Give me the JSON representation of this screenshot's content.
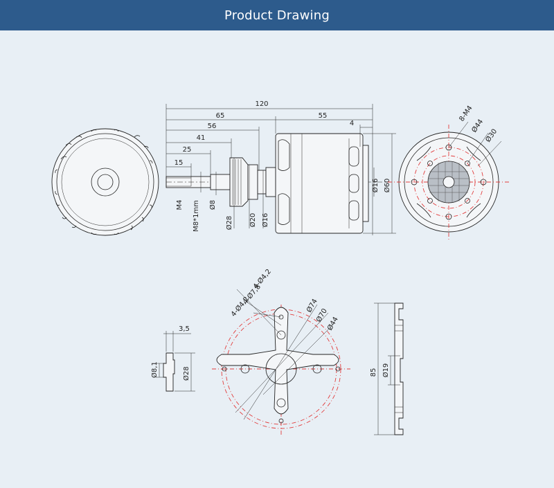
{
  "header": {
    "title": "Product Drawing"
  },
  "colors": {
    "header_bg": "#2d5b8c",
    "background": "#e8eff5",
    "centerline": "#e23c3c"
  },
  "side_view": {
    "dims_top": [
      "120",
      "65",
      "56",
      "41",
      "25",
      "15",
      "55",
      "4"
    ],
    "dims_vertical": [
      "M4",
      "M8*1mm",
      "Ø8",
      "Ø28",
      "Ø20",
      "Ø16",
      "Ø16",
      "Ø60"
    ]
  },
  "rear_view": {
    "labels": [
      "8-M4",
      "Ø44",
      "Ø30"
    ]
  },
  "spacer_view": {
    "labels": [
      "3,5",
      "Ø8,1",
      "Ø28"
    ]
  },
  "mount_view": {
    "labels": [
      "4-Ø4,2",
      "4-Ø7,8",
      "4-Ø4,2",
      "Ø74",
      "Ø70",
      "Ø44"
    ]
  },
  "mount_side_view": {
    "labels": [
      "85",
      "Ø19"
    ]
  }
}
